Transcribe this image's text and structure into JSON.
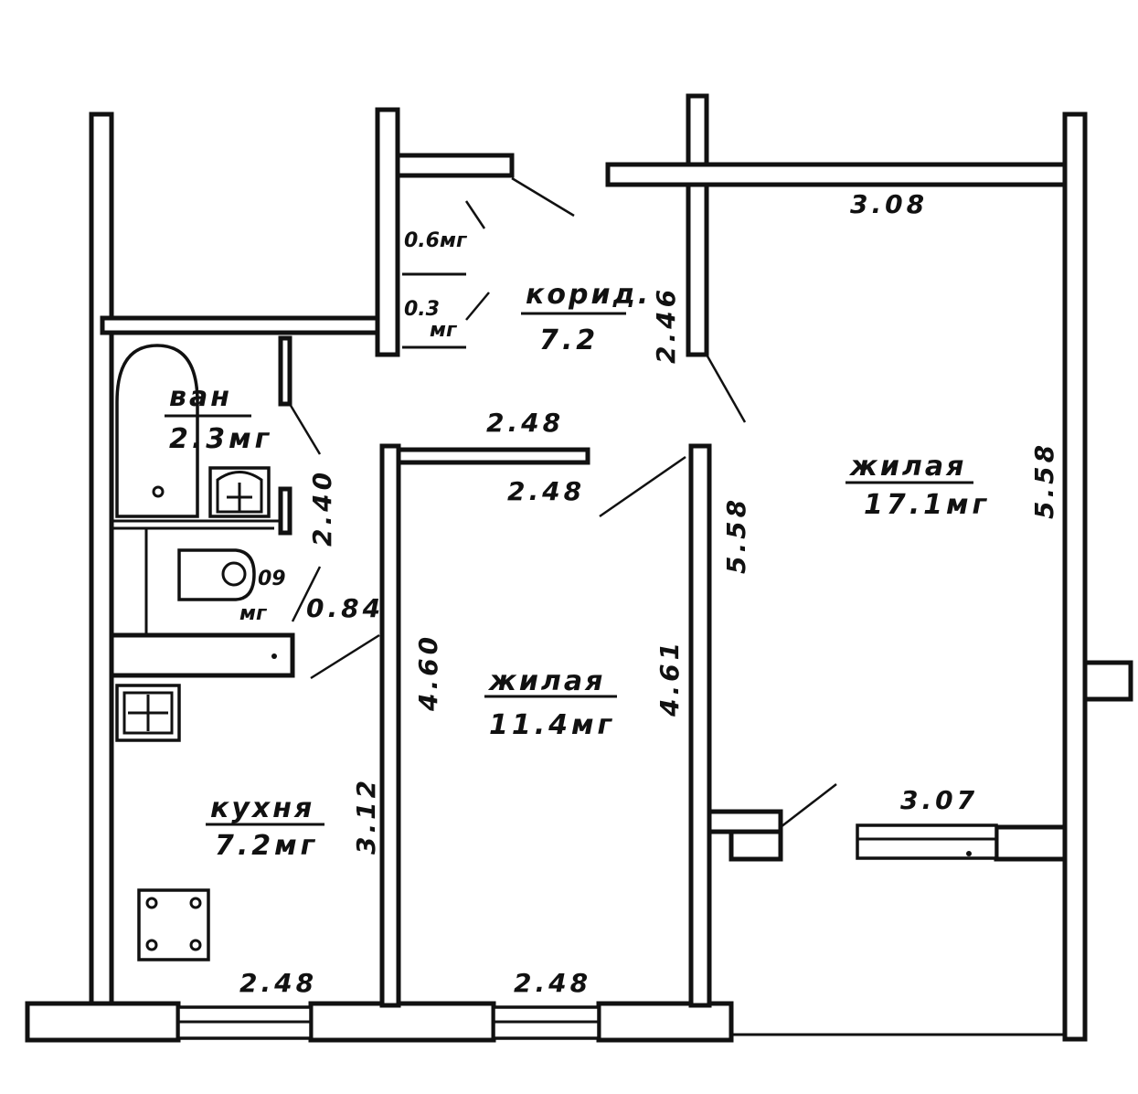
{
  "rooms": {
    "bath": {
      "name": "ван",
      "area": "2.3мг"
    },
    "corridor": {
      "name": "корид.",
      "area": "7.2"
    },
    "living_small": {
      "name": "жилая",
      "area": "11.4мг"
    },
    "living_large": {
      "name": "жилая",
      "area": "17.1мг"
    },
    "kitchen": {
      "name": "кухня",
      "area": "7.2мг"
    },
    "wc": {
      "area_num": "09",
      "area_unit": "мг"
    },
    "closet1": {
      "area": "0.6мг"
    },
    "closet2": {
      "area_num": "0.3",
      "area_unit": "мг"
    }
  },
  "dimensions": {
    "large_top": "3.08",
    "large_bottom": "3.07",
    "large_right": "5.58",
    "large_left": "5.58",
    "corridor_side": "2.46",
    "corridor_width": "2.48",
    "small_top": "2.48",
    "small_left": "4.60",
    "small_right": "4.61",
    "small_bottom": "2.48",
    "kitchen_bottom": "2.48",
    "kitchen_side": "3.12",
    "bath_side": "2.40",
    "wc_door": "0.84"
  },
  "colors": {
    "ink": "#111111",
    "paper": "#ffffff"
  }
}
